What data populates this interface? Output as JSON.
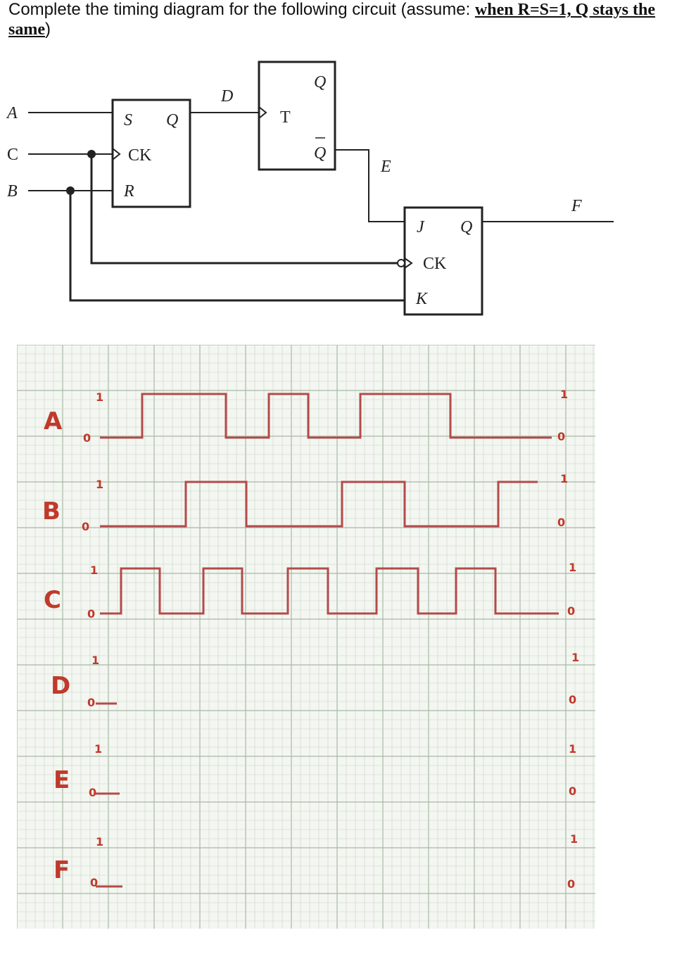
{
  "title": {
    "part1": "Complete the timing diagram for the following circuit (assume: ",
    "part2": "when R=S=1, Q stays the same",
    "part3": ")"
  },
  "circuit": {
    "inputs": [
      "A",
      "C",
      "B"
    ],
    "sr_ff": {
      "s": "S",
      "q": "Q",
      "ck": "CK",
      "r": "R"
    },
    "t_ff": {
      "t": "T",
      "q": "Q",
      "qbar": "Q"
    },
    "jk_ff": {
      "j": "J",
      "q": "Q",
      "ck": "CK",
      "k": "K"
    },
    "wire_labels": {
      "d": "D",
      "e": "E",
      "f": "F"
    }
  },
  "timing": {
    "signals": [
      "A",
      "B",
      "C",
      "D",
      "E",
      "F"
    ],
    "level_marks": {
      "high": "1",
      "low": "0"
    },
    "A": [
      0,
      1,
      0,
      1,
      0,
      1,
      0
    ],
    "B": [
      0,
      1,
      0,
      1,
      0,
      1
    ],
    "C": [
      0,
      1,
      0,
      1,
      0,
      1,
      0,
      1,
      0,
      1,
      0
    ],
    "colors": {
      "wave": "#b34a4a",
      "grid_minor": "#c9d6c6",
      "grid_major": "#a9b9a6",
      "paper": "#f3f6f1",
      "ink": "#c0392b"
    }
  }
}
